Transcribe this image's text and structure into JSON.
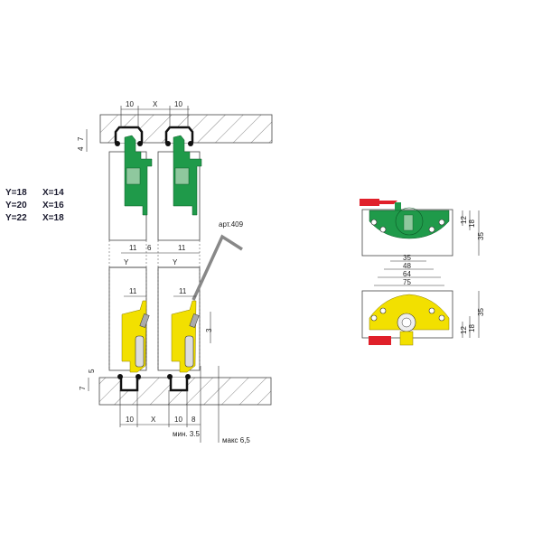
{
  "legend": [
    {
      "y": "Y=18",
      "x": "X=14"
    },
    {
      "y": "Y=20",
      "x": "X=16"
    },
    {
      "y": "Y=22",
      "x": "X=18"
    }
  ],
  "left_diagram": {
    "top_dims": {
      "a": "10",
      "x": "X",
      "b": "10",
      "h7": "7",
      "h4": "4"
    },
    "mid_dims": {
      "w11a": "11",
      "gap6": "6",
      "w11b": "11",
      "ya": "Y",
      "yb": "Y"
    },
    "tool_label": "арт.409",
    "low_dims": {
      "w11a": "11",
      "w11b": "11",
      "h3": "3",
      "h5": "5",
      "h7": "7"
    },
    "bottom_dims": {
      "a": "10",
      "x": "X",
      "b": "10",
      "c": "8",
      "min": "мин. 3.5",
      "max": "макс 6,5"
    }
  },
  "right_diagram": {
    "top_dims": {
      "d12": "12",
      "d18": "18",
      "d35": "35"
    },
    "mid_dims": {
      "w35": "35",
      "w48": "48",
      "w64": "64",
      "w75": "75"
    },
    "bottom_dims": {
      "d35": "35",
      "d12": "12",
      "d18": "18"
    }
  },
  "colors": {
    "green": "#1f9a4a",
    "yellow": "#f2e000",
    "red": "#e0202a",
    "hatch": "#555"
  }
}
